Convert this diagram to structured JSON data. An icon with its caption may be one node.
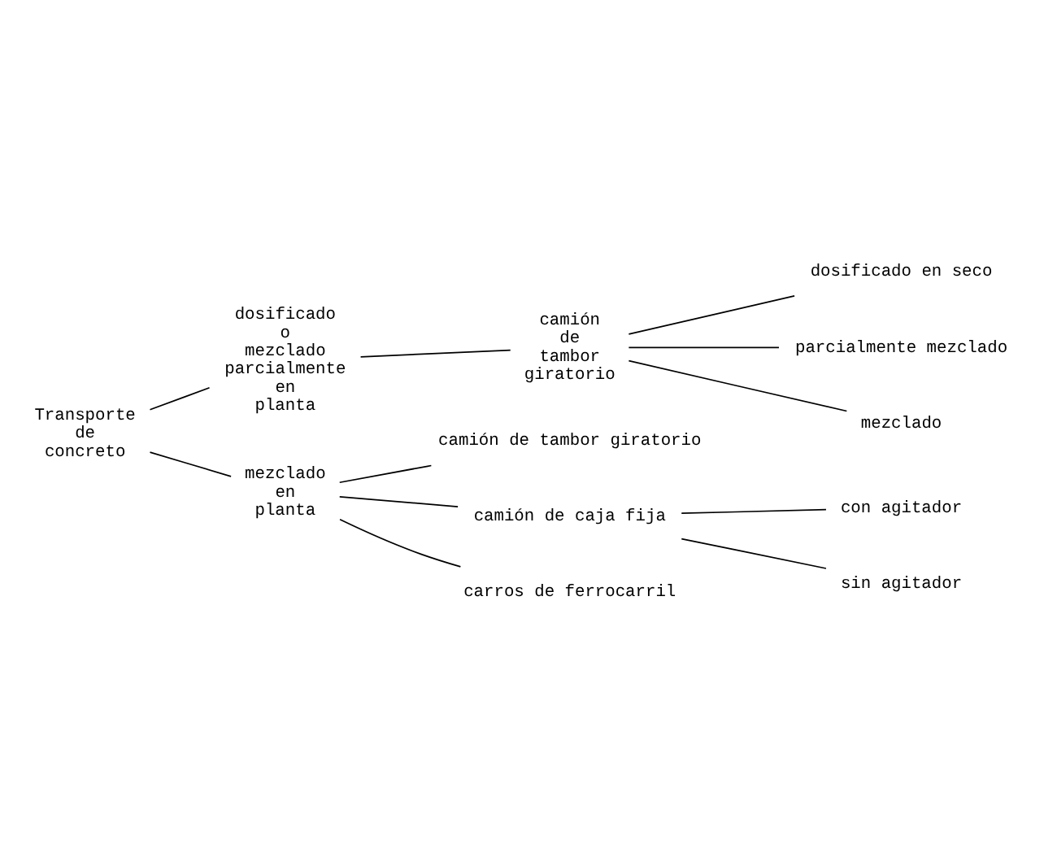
{
  "diagram": {
    "nodes": [
      {
        "text": [
          "Transporte de concreto"
        ]
      },
      {
        "text": [
          "dosificado o mezclado parcialmente en planta"
        ]
      },
      {
        "text": [
          "camión de tambor giratorio"
        ]
      },
      {
        "text": [
          "dosificado en seco"
        ]
      },
      {
        "text": [
          "parcialmente mezclado"
        ]
      },
      {
        "text": [
          "mezclado"
        ]
      },
      {
        "text": [
          "mezclado en planta"
        ]
      },
      {
        "text": [
          "camión de tambor giratorio"
        ]
      },
      {
        "text": [
          "camión de caja fija"
        ]
      },
      {
        "text": [
          "con agitador"
        ]
      },
      {
        "text": [
          "sin agitador"
        ]
      },
      {
        "text": [
          "carros de ferrocarril"
        ]
      }
    ],
    "edges": [
      {
        "from": 0,
        "to": 1,
        "arrow": "none"
      },
      {
        "from": 0,
        "to": 6,
        "arrow": "none"
      },
      {
        "from": 1,
        "to": 2,
        "arrow": "none"
      },
      {
        "from": 2,
        "to": 3,
        "arrow": "none"
      },
      {
        "from": 2,
        "to": 4,
        "arrow": "none"
      },
      {
        "from": 2,
        "to": 5,
        "arrow": "none"
      },
      {
        "from": 6,
        "to": 7,
        "arrow": "none"
      },
      {
        "from": 6,
        "to": 8,
        "arrow": "none"
      },
      {
        "from": 6,
        "to": 11,
        "arrow": "none"
      },
      {
        "from": 8,
        "to": 9,
        "arrow": "none"
      },
      {
        "from": 8,
        "to": 10,
        "arrow": "none"
      }
    ]
  }
}
